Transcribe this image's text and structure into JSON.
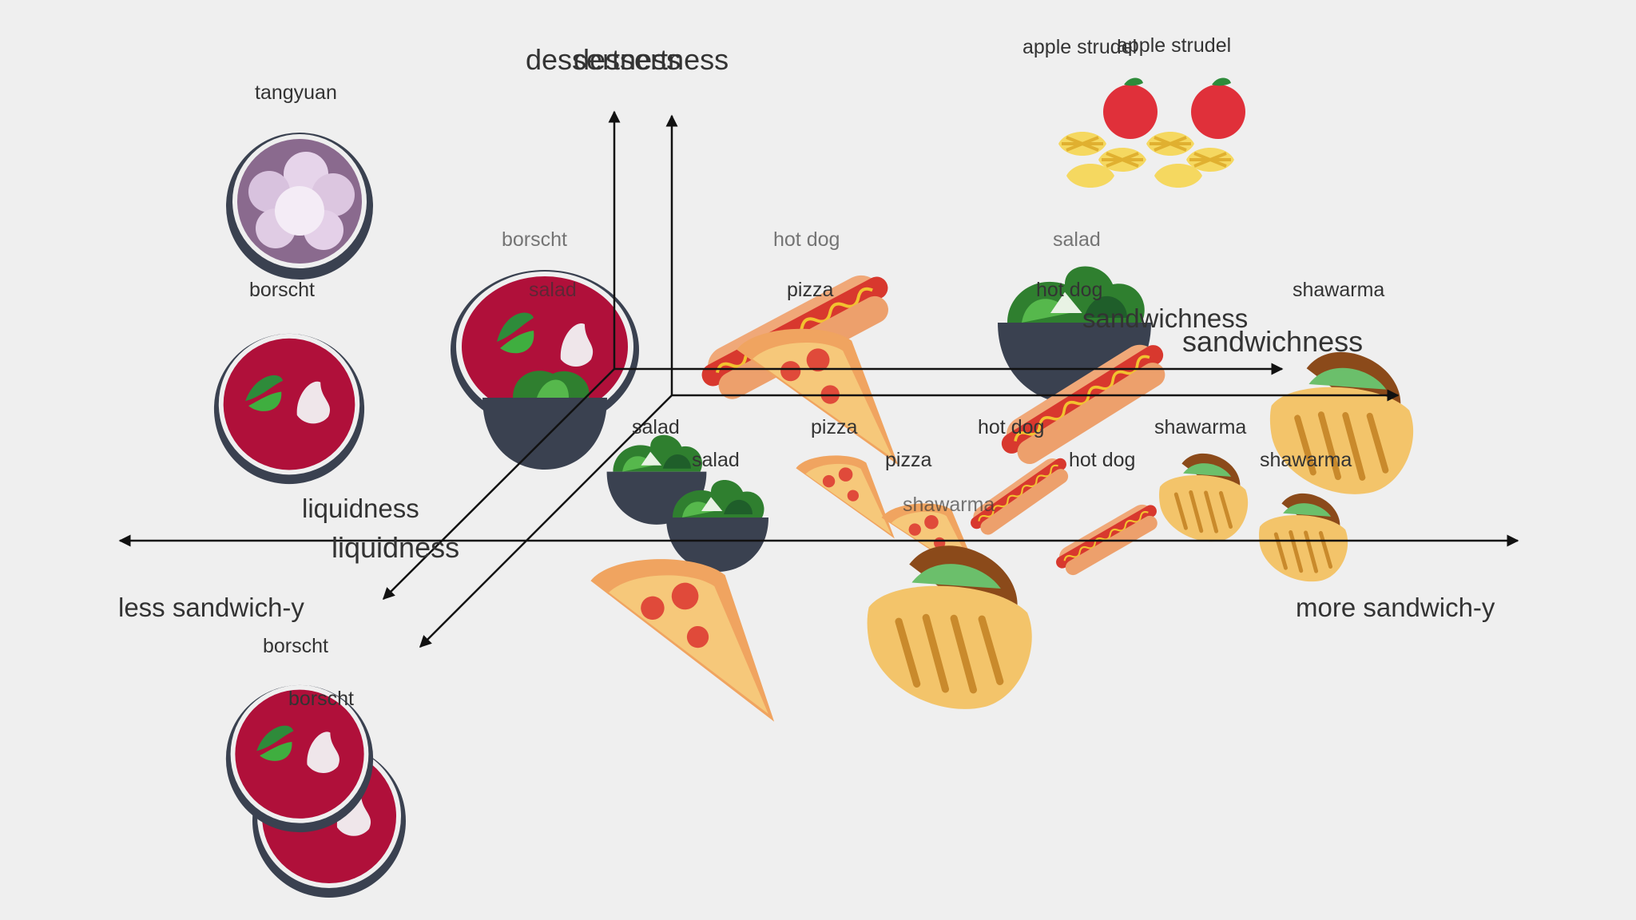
{
  "diagram": {
    "axis_labels": {
      "x_left": "less sandwich-y",
      "x_right": "more sandwich-y",
      "y_axis_1": "dessertness",
      "y_axis_2": "dessertness",
      "z_axis_1": "sandwichness",
      "z_axis_2": "sandwichness",
      "w_axis_1": "liquidness",
      "w_axis_2": "liquidness"
    },
    "food_labels": {
      "tangyuan": "tangyuan",
      "borscht_1": "borscht",
      "borscht_2": "borscht",
      "borscht_3": "borscht",
      "borscht_4": "borscht",
      "salad_1": "salad",
      "salad_2": "salad",
      "salad_3": "salad",
      "salad_4": "salad",
      "hotdog_1": "hot dog",
      "hotdog_2": "hot dog",
      "hotdog_3": "hot dog",
      "hotdog_4": "hot dog",
      "pizza_1": "pizza",
      "pizza_2": "pizza",
      "pizza_3": "pizza",
      "shawarma_1": "shawarma",
      "shawarma_2": "shawarma",
      "shawarma_3": "shawarma",
      "shawarma_4": "shawarma",
      "strudel_1": "apple strudel",
      "strudel_2": "apple strudel"
    },
    "icons": [
      "tangyuan-icon",
      "borscht-icon",
      "salad-icon",
      "hot-dog-icon",
      "pizza-icon",
      "shawarma-icon",
      "apple-strudel-icon"
    ],
    "colors": {
      "background": "#efefef",
      "borscht_red": "#b0103a",
      "bowl_navy": "#3a4150",
      "salad_green": "#3a9a3a",
      "pizza_crust": "#f0a460",
      "pizza_cheese": "#f6c87a",
      "pepperoni": "#e04a3a",
      "sausage": "#d8382e",
      "bun": "#f0a878",
      "shawarma_wrap": "#f3c46a",
      "apple_red": "#e0303a"
    }
  }
}
